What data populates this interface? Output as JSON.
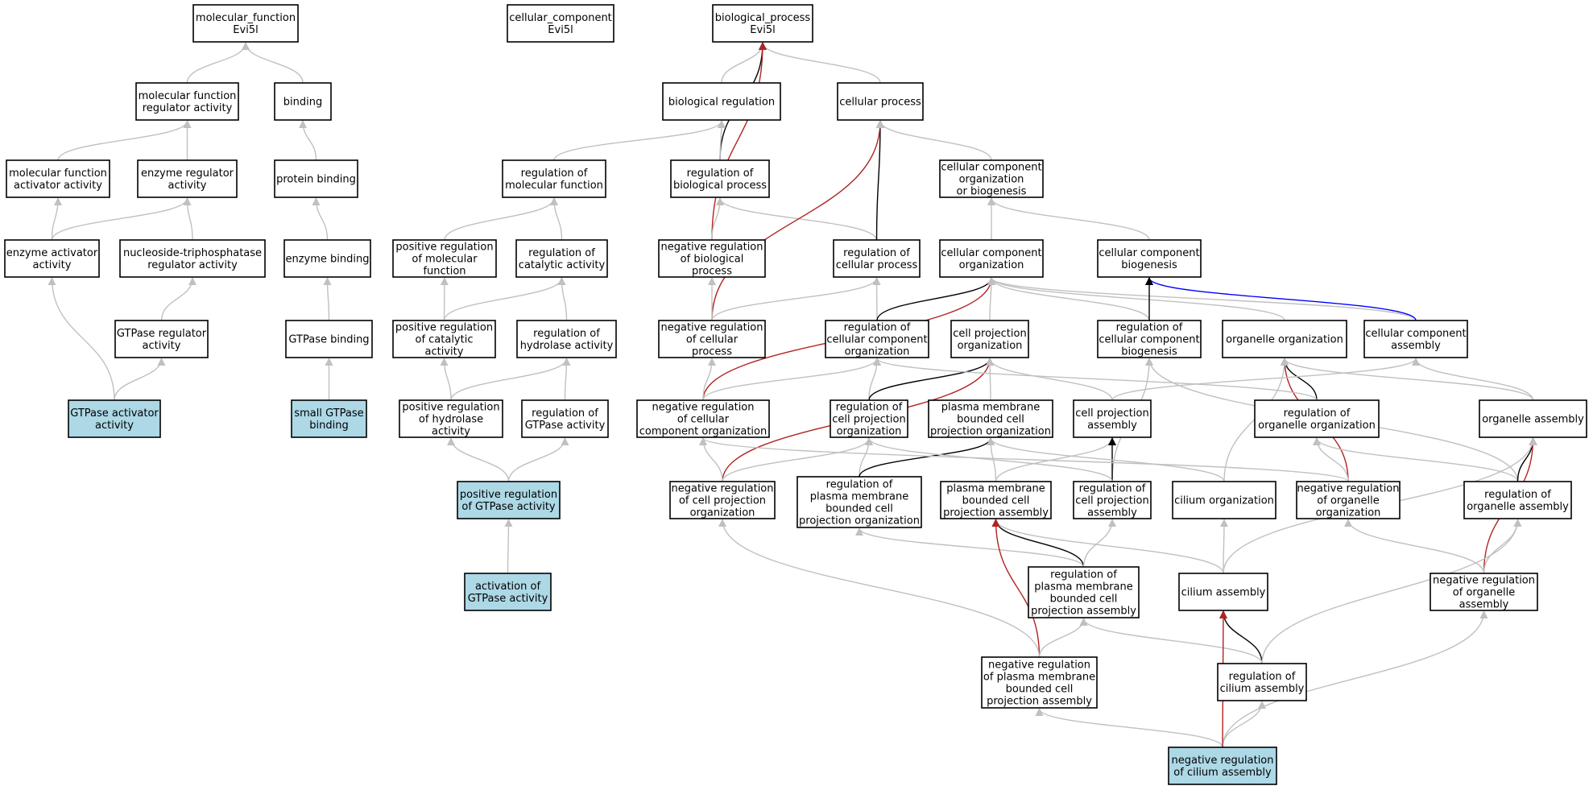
{
  "diagram": {
    "colors": {
      "node_fill": "#ffffff",
      "highlight_fill": "#add8e6",
      "is_a": "#c0c0c0",
      "part_of": "#000000",
      "regulates": "#b22222",
      "has_part": "#0000ff"
    },
    "nodes": [
      {
        "id": "mf",
        "lines": [
          "molecular_function",
          "Evi5l"
        ]
      },
      {
        "id": "cc",
        "lines": [
          "cellular_component",
          "Evi5l"
        ]
      },
      {
        "id": "bp",
        "lines": [
          "biological_process",
          "Evi5l"
        ]
      },
      {
        "id": "mfra",
        "lines": [
          "molecular function",
          "regulator activity"
        ]
      },
      {
        "id": "binding",
        "lines": [
          "binding"
        ]
      },
      {
        "id": "bioreg",
        "lines": [
          "biological regulation"
        ]
      },
      {
        "id": "cellproc",
        "lines": [
          "cellular process"
        ]
      },
      {
        "id": "mfaa",
        "lines": [
          "molecular function",
          "activator activity"
        ]
      },
      {
        "id": "enzreg",
        "lines": [
          "enzyme regulator",
          "activity"
        ]
      },
      {
        "id": "protbind",
        "lines": [
          "protein binding"
        ]
      },
      {
        "id": "regmf",
        "lines": [
          "regulation of",
          "molecular function"
        ]
      },
      {
        "id": "regbp",
        "lines": [
          "regulation of",
          "biological process"
        ]
      },
      {
        "id": "ccob",
        "lines": [
          "cellular component",
          "organization",
          "or biogenesis"
        ]
      },
      {
        "id": "enzact",
        "lines": [
          "enzyme activator",
          "activity"
        ]
      },
      {
        "id": "ntpreg",
        "lines": [
          "nucleoside-triphosphatase",
          "regulator activity"
        ]
      },
      {
        "id": "enzbind",
        "lines": [
          "enzyme binding"
        ]
      },
      {
        "id": "posregmf",
        "lines": [
          "positive regulation",
          "of molecular",
          "function"
        ]
      },
      {
        "id": "regcat",
        "lines": [
          "regulation of",
          "catalytic activity"
        ]
      },
      {
        "id": "negregbp",
        "lines": [
          "negative regulation",
          "of biological",
          "process"
        ]
      },
      {
        "id": "regcp",
        "lines": [
          "regulation of",
          "cellular process"
        ]
      },
      {
        "id": "cco",
        "lines": [
          "cellular component",
          "organization"
        ]
      },
      {
        "id": "ccbio",
        "lines": [
          "cellular component",
          "biogenesis"
        ]
      },
      {
        "id": "gtpreg",
        "lines": [
          "GTPase regulator",
          "activity"
        ]
      },
      {
        "id": "gtpbind",
        "lines": [
          "GTPase binding"
        ]
      },
      {
        "id": "posregcat",
        "lines": [
          "positive regulation",
          "of catalytic",
          "activity"
        ]
      },
      {
        "id": "reghyd",
        "lines": [
          "regulation of",
          "hydrolase activity"
        ]
      },
      {
        "id": "negregcp",
        "lines": [
          "negative regulation",
          "of cellular",
          "process"
        ]
      },
      {
        "id": "regcco",
        "lines": [
          "regulation of",
          "cellular component",
          "organization"
        ]
      },
      {
        "id": "cpo",
        "lines": [
          "cell projection",
          "organization"
        ]
      },
      {
        "id": "regccb",
        "lines": [
          "regulation of",
          "cellular component",
          "biogenesis"
        ]
      },
      {
        "id": "orgorg",
        "lines": [
          "organelle organization"
        ]
      },
      {
        "id": "ccassem",
        "lines": [
          "cellular component",
          "assembly"
        ]
      },
      {
        "id": "gtpact",
        "lines": [
          "GTPase activator",
          "activity"
        ],
        "highlight": true
      },
      {
        "id": "smallgtp",
        "lines": [
          "small GTPase",
          "binding"
        ],
        "highlight": true
      },
      {
        "id": "posreghyd",
        "lines": [
          "positive regulation",
          "of hydrolase",
          "activity"
        ]
      },
      {
        "id": "reggtp",
        "lines": [
          "regulation of",
          "GTPase activity"
        ]
      },
      {
        "id": "negregcco",
        "lines": [
          "negative regulation",
          "of cellular",
          "component organization"
        ]
      },
      {
        "id": "regcpo",
        "lines": [
          "regulation of",
          "cell projection",
          "organization"
        ]
      },
      {
        "id": "pmbcpo",
        "lines": [
          "plasma membrane",
          "bounded cell",
          "projection organization"
        ]
      },
      {
        "id": "cpa",
        "lines": [
          "cell projection",
          "assembly"
        ]
      },
      {
        "id": "regoo",
        "lines": [
          "regulation of",
          "organelle organization"
        ]
      },
      {
        "id": "orgassem",
        "lines": [
          "organelle assembly"
        ]
      },
      {
        "id": "posreggtp",
        "lines": [
          "positive regulation",
          "of GTPase activity"
        ],
        "highlight": true
      },
      {
        "id": "negregcpo",
        "lines": [
          "negative regulation",
          "of cell projection",
          "organization"
        ]
      },
      {
        "id": "regpmbcpo",
        "lines": [
          "regulation of",
          "plasma membrane",
          "bounded cell",
          "projection organization"
        ]
      },
      {
        "id": "pmbcpa",
        "lines": [
          "plasma membrane",
          "bounded cell",
          "projection assembly"
        ]
      },
      {
        "id": "regcpa",
        "lines": [
          "regulation of",
          "cell projection",
          "assembly"
        ]
      },
      {
        "id": "cilorg",
        "lines": [
          "cilium organization"
        ]
      },
      {
        "id": "negregoo",
        "lines": [
          "negative regulation",
          "of organelle",
          "organization"
        ]
      },
      {
        "id": "regoa",
        "lines": [
          "regulation of",
          "organelle assembly"
        ]
      },
      {
        "id": "actgtp",
        "lines": [
          "activation of",
          "GTPase activity"
        ],
        "highlight": true
      },
      {
        "id": "regpmbcpa",
        "lines": [
          "regulation of",
          "plasma membrane",
          "bounded cell",
          "projection assembly"
        ]
      },
      {
        "id": "cilassem",
        "lines": [
          "cilium assembly"
        ]
      },
      {
        "id": "negregoa",
        "lines": [
          "negative regulation",
          "of organelle",
          "assembly"
        ]
      },
      {
        "id": "negregpmbcpa",
        "lines": [
          "negative regulation",
          "of plasma membrane",
          "bounded cell",
          "projection assembly"
        ]
      },
      {
        "id": "regcil",
        "lines": [
          "regulation of",
          "cilium assembly"
        ]
      },
      {
        "id": "negregcil",
        "lines": [
          "negative regulation",
          "of cilium assembly"
        ],
        "highlight": true
      }
    ],
    "edges": [
      [
        "mfra",
        "mf",
        "is_a"
      ],
      [
        "binding",
        "mf",
        "is_a"
      ],
      [
        "mfaa",
        "mfra",
        "is_a"
      ],
      [
        "enzreg",
        "mfra",
        "is_a"
      ],
      [
        "enzact",
        "mfaa",
        "is_a"
      ],
      [
        "enzact",
        "enzreg",
        "is_a"
      ],
      [
        "ntpreg",
        "enzreg",
        "is_a"
      ],
      [
        "gtpreg",
        "ntpreg",
        "is_a"
      ],
      [
        "gtpact",
        "enzact",
        "is_a"
      ],
      [
        "gtpact",
        "gtpreg",
        "is_a"
      ],
      [
        "protbind",
        "binding",
        "is_a"
      ],
      [
        "enzbind",
        "protbind",
        "is_a"
      ],
      [
        "gtpbind",
        "enzbind",
        "is_a"
      ],
      [
        "smallgtp",
        "gtpbind",
        "is_a"
      ],
      [
        "bioreg",
        "bp",
        "is_a"
      ],
      [
        "cellproc",
        "bp",
        "is_a"
      ],
      [
        "regbp",
        "bp",
        "part_of"
      ],
      [
        "negregbp",
        "bp",
        "regulates"
      ],
      [
        "regmf",
        "bioreg",
        "is_a"
      ],
      [
        "regbp",
        "bioreg",
        "is_a"
      ],
      [
        "posregmf",
        "regmf",
        "is_a"
      ],
      [
        "regcat",
        "regmf",
        "is_a"
      ],
      [
        "posregcat",
        "posregmf",
        "is_a"
      ],
      [
        "posregcat",
        "regcat",
        "is_a"
      ],
      [
        "reghyd",
        "regcat",
        "is_a"
      ],
      [
        "posreghyd",
        "posregcat",
        "is_a"
      ],
      [
        "posreghyd",
        "reghyd",
        "is_a"
      ],
      [
        "reggtp",
        "reghyd",
        "is_a"
      ],
      [
        "posreggtp",
        "posreghyd",
        "is_a"
      ],
      [
        "posreggtp",
        "reggtp",
        "is_a"
      ],
      [
        "actgtp",
        "posreggtp",
        "is_a"
      ],
      [
        "negregbp",
        "regbp",
        "is_a"
      ],
      [
        "regcp",
        "regbp",
        "is_a"
      ],
      [
        "regcp",
        "cellproc",
        "part_of"
      ],
      [
        "negregcp",
        "cellproc",
        "regulates"
      ],
      [
        "ccob",
        "cellproc",
        "is_a"
      ],
      [
        "negregcp",
        "negregbp",
        "is_a"
      ],
      [
        "negregcp",
        "regcp",
        "is_a"
      ],
      [
        "regcco",
        "regcp",
        "is_a"
      ],
      [
        "cco",
        "ccob",
        "is_a"
      ],
      [
        "ccbio",
        "ccob",
        "is_a"
      ],
      [
        "regcco",
        "cco",
        "part_of"
      ],
      [
        "cpo",
        "cco",
        "is_a"
      ],
      [
        "negregcco",
        "cco",
        "regulates"
      ],
      [
        "orgorg",
        "cco",
        "is_a"
      ],
      [
        "regccb",
        "cco",
        "is_a"
      ],
      [
        "ccassem",
        "cco",
        "is_a"
      ],
      [
        "ccassem",
        "ccbio",
        "has_part"
      ],
      [
        "regccb",
        "ccbio",
        "part_of"
      ],
      [
        "negregcco",
        "negregcp",
        "is_a"
      ],
      [
        "negregcco",
        "regcco",
        "is_a"
      ],
      [
        "regcpo",
        "regcco",
        "is_a"
      ],
      [
        "regcpo",
        "cpo",
        "part_of"
      ],
      [
        "negregcpo",
        "cpo",
        "regulates"
      ],
      [
        "pmbcpo",
        "cpo",
        "is_a"
      ],
      [
        "cpa",
        "cpo",
        "is_a"
      ],
      [
        "regoo",
        "orgorg",
        "part_of"
      ],
      [
        "negregoo",
        "orgorg",
        "regulates"
      ],
      [
        "cilorg",
        "orgorg",
        "is_a"
      ],
      [
        "orgassem",
        "orgorg",
        "is_a"
      ],
      [
        "orgassem",
        "ccassem",
        "is_a"
      ],
      [
        "cpa",
        "ccassem",
        "is_a"
      ],
      [
        "regcpa",
        "regccb",
        "is_a"
      ],
      [
        "regoo",
        "regcco",
        "is_a"
      ],
      [
        "regoa",
        "regccb",
        "is_a"
      ],
      [
        "negregcpo",
        "negregcco",
        "is_a"
      ],
      [
        "negregcpo",
        "regcpo",
        "is_a"
      ],
      [
        "regpmbcpo",
        "regcpo",
        "is_a"
      ],
      [
        "regpmbcpo",
        "pmbcpo",
        "part_of"
      ],
      [
        "pmbcpa",
        "pmbcpo",
        "is_a"
      ],
      [
        "pmbcpa",
        "cpa",
        "is_a"
      ],
      [
        "regcpa",
        "cpa",
        "part_of"
      ],
      [
        "regcpa",
        "regcpo",
        "is_a"
      ],
      [
        "cilorg",
        "pmbcpo",
        "is_a"
      ],
      [
        "negregoo",
        "negregcco",
        "is_a"
      ],
      [
        "negregoo",
        "regoo",
        "is_a"
      ],
      [
        "regoa",
        "regoo",
        "is_a"
      ],
      [
        "regoa",
        "orgassem",
        "part_of"
      ],
      [
        "negregoa",
        "orgassem",
        "regulates"
      ],
      [
        "regpmbcpa",
        "regpmbcpo",
        "is_a"
      ],
      [
        "regpmbcpa",
        "pmbcpa",
        "part_of"
      ],
      [
        "regpmbcpa",
        "regcpa",
        "is_a"
      ],
      [
        "cilassem",
        "cilorg",
        "is_a"
      ],
      [
        "cilassem",
        "pmbcpa",
        "is_a"
      ],
      [
        "cilassem",
        "orgassem",
        "is_a"
      ],
      [
        "negregoa",
        "negregoo",
        "is_a"
      ],
      [
        "negregoa",
        "regoa",
        "is_a"
      ],
      [
        "negregpmbcpa",
        "regpmbcpa",
        "is_a"
      ],
      [
        "negregpmbcpa",
        "pmbcpa",
        "regulates"
      ],
      [
        "negregpmbcpa",
        "negregcpo",
        "is_a"
      ],
      [
        "regcil",
        "cilassem",
        "part_of"
      ],
      [
        "regcil",
        "regpmbcpa",
        "is_a"
      ],
      [
        "regcil",
        "regoa",
        "is_a"
      ],
      [
        "negregcil",
        "regcil",
        "is_a"
      ],
      [
        "negregcil",
        "negregpmbcpa",
        "is_a"
      ],
      [
        "negregcil",
        "negregoa",
        "is_a"
      ],
      [
        "negregcil",
        "cilassem",
        "regulates"
      ]
    ]
  }
}
